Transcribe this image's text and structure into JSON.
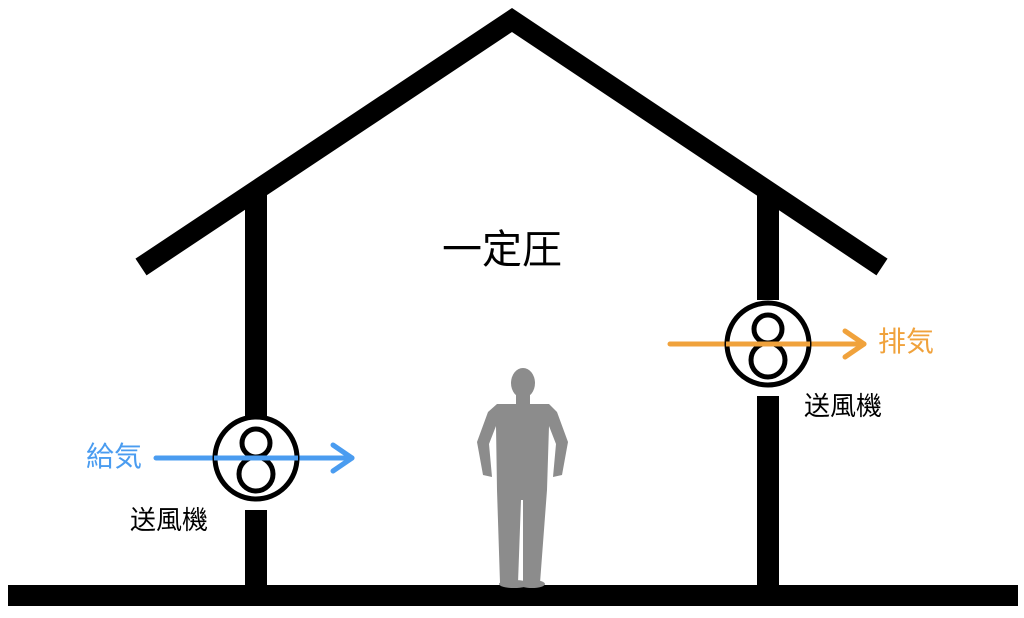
{
  "labels": {
    "pressure": "一定圧",
    "supply": "給気",
    "exhaust": "排気",
    "fan_left": "送風機",
    "fan_right": "送風機"
  },
  "icons": {
    "fan": "fan-symbol-icon",
    "person": "person-silhouette-icon"
  },
  "colors": {
    "structure": "#000000",
    "supply_arrow": "#4a9cf0",
    "exhaust_arrow": "#f0a23c",
    "person": "#8c8c8c",
    "background": "#ffffff"
  }
}
